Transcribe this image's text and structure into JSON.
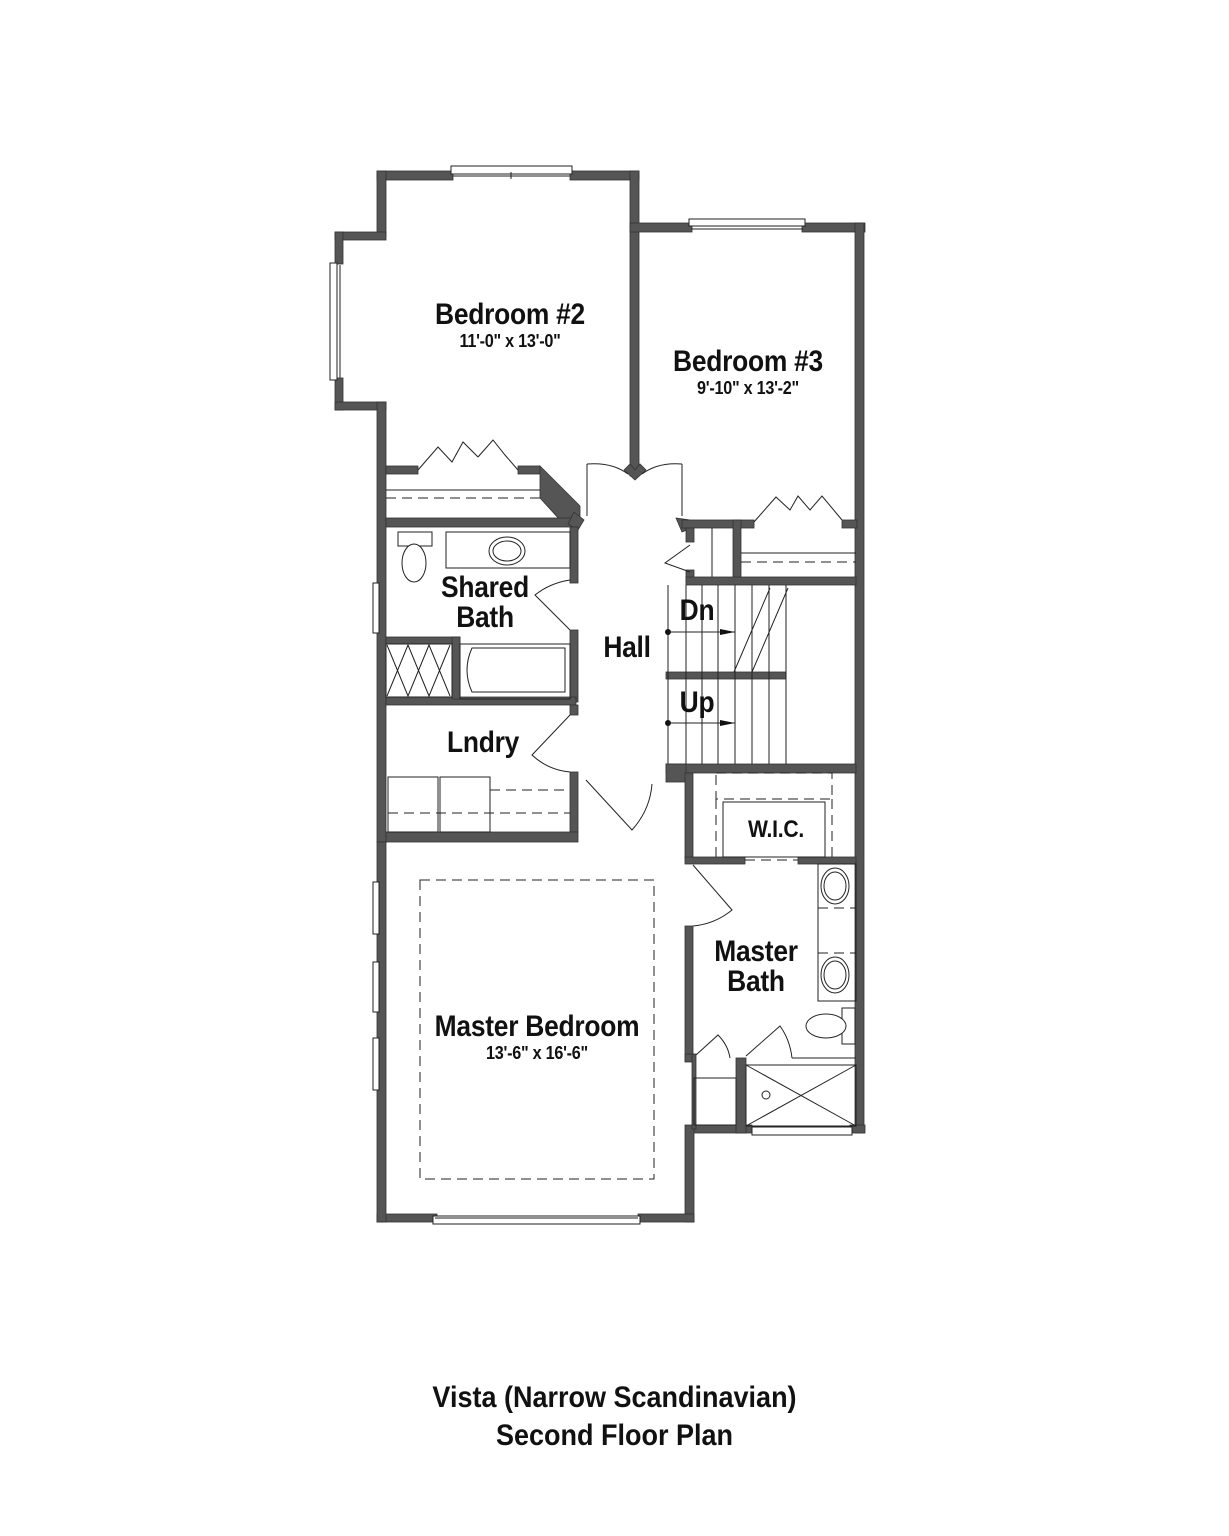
{
  "plan": {
    "title_line1": "Vista (Narrow Scandinavian)",
    "title_line2": "Second Floor Plan",
    "wall_color": "#555555",
    "rooms": [
      {
        "id": "bedroom-2",
        "name": "Bedroom #2",
        "dimensions": "11'-0\" x 13'-0\""
      },
      {
        "id": "bedroom-3",
        "name": "Bedroom #3",
        "dimensions": "9'-10\" x 13'-2\""
      },
      {
        "id": "shared-bath",
        "name_line1": "Shared",
        "name_line2": "Bath"
      },
      {
        "id": "hall",
        "name": "Hall"
      },
      {
        "id": "laundry",
        "name": "Lndry"
      },
      {
        "id": "wic",
        "name": "W.I.C."
      },
      {
        "id": "master-bath",
        "name_line1": "Master",
        "name_line2": "Bath"
      },
      {
        "id": "master-bedroom",
        "name": "Master Bedroom",
        "dimensions": "13'-6\" x 16'-6\""
      }
    ],
    "stairs": {
      "down_label": "Dn",
      "up_label": "Up"
    }
  }
}
